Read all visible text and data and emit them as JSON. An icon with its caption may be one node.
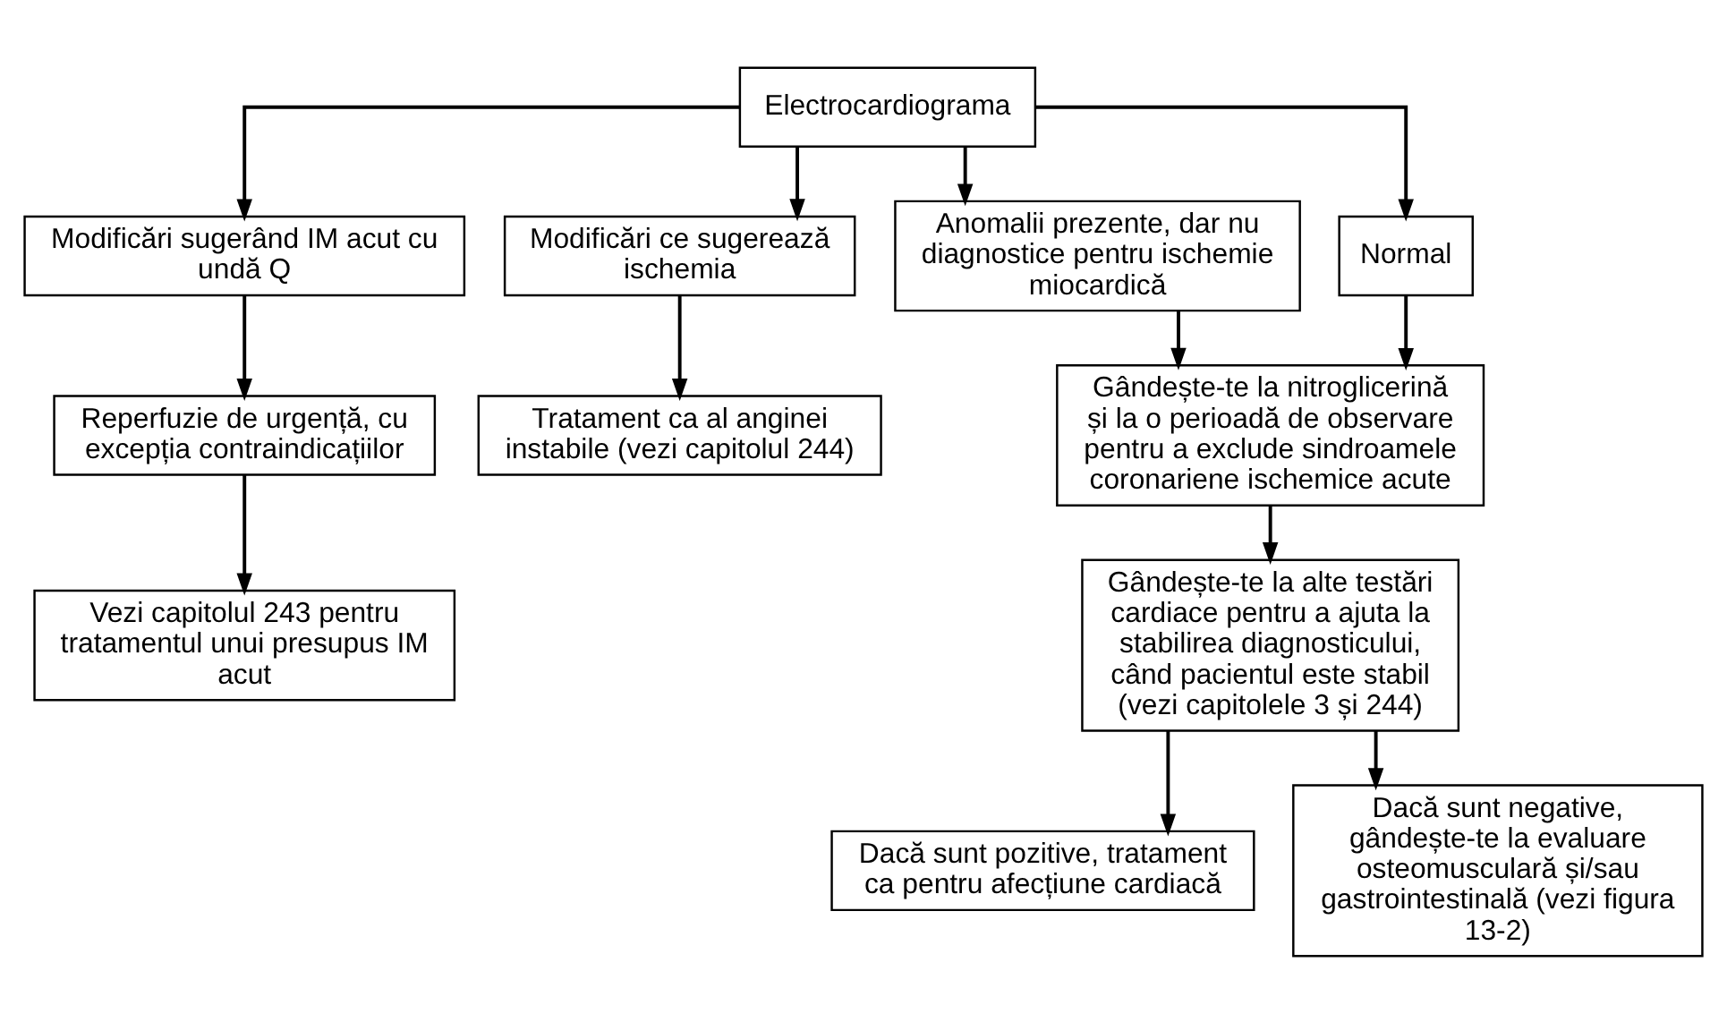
{
  "diagram": {
    "nodes": [
      {
        "text": [
          "Electrocardiograma"
        ]
      },
      {
        "text": [
          "Modificări sugerând IM acut cu undă Q"
        ]
      },
      {
        "text": [
          "Modificări ce sugerează ischemia"
        ]
      },
      {
        "text": [
          "Anomalii prezente, dar nu diagnostice pentru ischemie miocardică"
        ]
      },
      {
        "text": [
          "Normal"
        ]
      },
      {
        "text": [
          "Reperfuzie de urgență, cu excepția contraindicațiilor"
        ]
      },
      {
        "text": [
          "Tratament ca al anginei instabile (vezi capitolul 244)"
        ]
      },
      {
        "text": [
          "Gândește-te la nitroglicerină și la o perioadă de observare pentru a exclude sindroamele coronariene ischemice acute"
        ]
      },
      {
        "text": [
          "Vezi capitolul 243 pentru tratamentul unui presupus IM acut"
        ]
      },
      {
        "text": [
          "Gândește-te la alte testări cardiace pentru a ajuta la stabilirea diagnosticului, când pacientul este stabil (vezi capitolele 3 și 244)"
        ]
      },
      {
        "text": [
          "Dacă sunt pozitive, tratament ca pentru afecțiune cardiacă"
        ]
      },
      {
        "text": [
          "Dacă sunt negative, gândește-te la evaluare osteomusculară și/sau gastrointestinală (vezi figura 13-2)"
        ]
      }
    ],
    "edges": [
      {
        "from": 0,
        "to": 1,
        "arrow": "to"
      },
      {
        "from": 0,
        "to": 2,
        "arrow": "to"
      },
      {
        "from": 0,
        "to": 3,
        "arrow": "to"
      },
      {
        "from": 0,
        "to": 4,
        "arrow": "to"
      },
      {
        "from": 1,
        "to": 5,
        "arrow": "to"
      },
      {
        "from": 2,
        "to": 6,
        "arrow": "to"
      },
      {
        "from": 3,
        "to": 7,
        "arrow": "to"
      },
      {
        "from": 4,
        "to": 7,
        "arrow": "to"
      },
      {
        "from": 5,
        "to": 8,
        "arrow": "to"
      },
      {
        "from": 7,
        "to": 9,
        "arrow": "to"
      },
      {
        "from": 9,
        "to": 10,
        "arrow": "to"
      },
      {
        "from": 9,
        "to": 11,
        "arrow": "to"
      }
    ]
  }
}
